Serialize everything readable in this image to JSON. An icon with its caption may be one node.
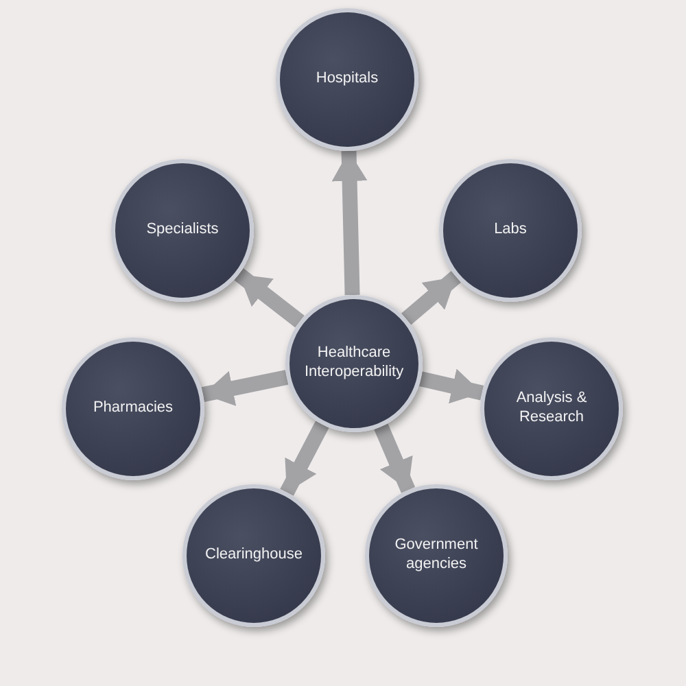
{
  "diagram": {
    "nodes": [
      {
        "text": [
          "Hospitals"
        ]
      },
      {
        "text": [
          "Specialists"
        ]
      },
      {
        "text": [
          "Labs"
        ]
      },
      {
        "text": [
          "Healthcare Interoperability"
        ]
      },
      {
        "text": [
          "Pharmacies"
        ]
      },
      {
        "text": [
          "Analysis & Research"
        ]
      },
      {
        "text": [
          "Clearinghouse"
        ]
      },
      {
        "text": [
          "Government agencies"
        ]
      }
    ],
    "edges": [
      {
        "from": 3,
        "to": 0,
        "arrow": "to"
      },
      {
        "from": 3,
        "to": 1,
        "arrow": "to"
      },
      {
        "from": 3,
        "to": 2,
        "arrow": "to"
      },
      {
        "from": 3,
        "to": 4,
        "arrow": "to"
      },
      {
        "from": 3,
        "to": 5,
        "arrow": "to"
      },
      {
        "from": 3,
        "to": 6,
        "arrow": "to"
      },
      {
        "from": 3,
        "to": 7,
        "arrow": "to"
      }
    ]
  }
}
